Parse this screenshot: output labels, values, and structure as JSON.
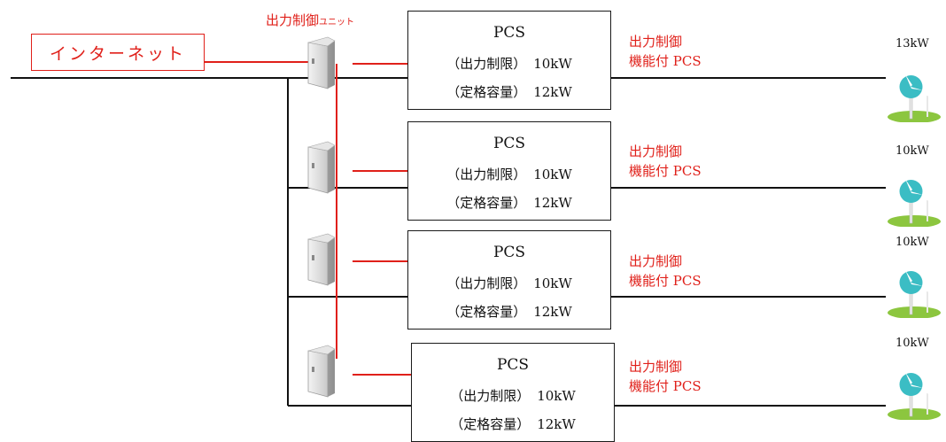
{
  "internet": {
    "label": "インターネット"
  },
  "unit_label": {
    "main": "出力制御",
    "small": "ユニット"
  },
  "pcs": [
    {
      "title": "PCS",
      "limit_label": "（出力制限）",
      "limit_value": "10kW",
      "rated_label": "（定格容量）",
      "rated_value": "12kW",
      "func_line1": "出力制御",
      "func_line2": "機能付 PCS",
      "output_power": "13kW"
    },
    {
      "title": "PCS",
      "limit_label": "（出力制限）",
      "limit_value": "10kW",
      "rated_label": "（定格容量）",
      "rated_value": "12kW",
      "func_line1": "出力制御",
      "func_line2": "機能付 PCS",
      "output_power": "10kW"
    },
    {
      "title": "PCS",
      "limit_label": "（出力制限）",
      "limit_value": "10kW",
      "rated_label": "（定格容量）",
      "rated_value": "12kW",
      "func_line1": "出力制御",
      "func_line2": "機能付 PCS",
      "output_power": "10kW"
    },
    {
      "title": "PCS",
      "limit_label": "（出力制限）",
      "limit_value": "10kW",
      "rated_label": "（定格容量）",
      "rated_value": "12kW",
      "func_line1": "出力制御",
      "func_line2": "機能付 PCS",
      "output_power": "10kW"
    }
  ],
  "colors": {
    "control_line": "#e0201a",
    "grid_line": "#111111",
    "turbine_blade": "#3bbdc4",
    "grass": "#8cc63f"
  },
  "icons": {
    "controller": "control-unit-cabinet-icon",
    "generator": "wind-turbine-icon"
  }
}
